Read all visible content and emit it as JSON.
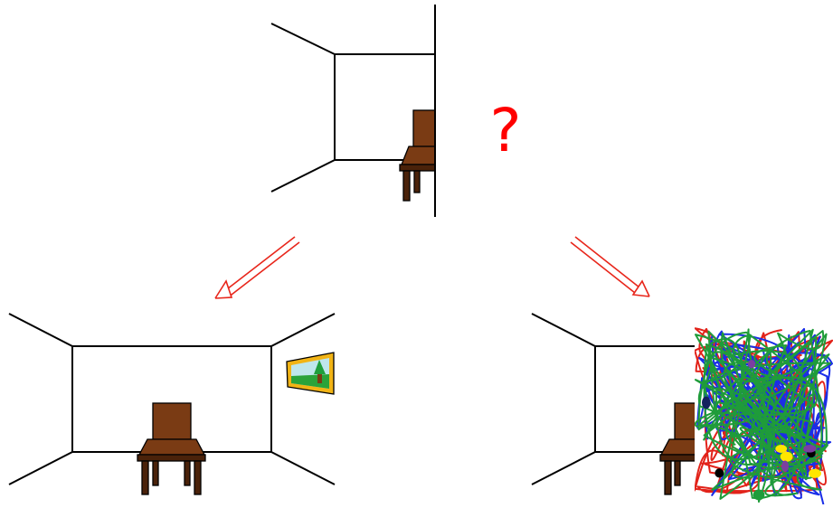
{
  "question_mark": "?",
  "colors": {
    "line": "#000000",
    "arrow": "#e8261b",
    "question": "#ff0000",
    "chair_wood": "#7a3b14",
    "chair_dark": "#4a220a",
    "frame": "#f2b415",
    "painting_sky": "#bfe6ec",
    "painting_grass": "#2aa33a",
    "tree": "#1f9f3c",
    "trunk": "#7a3b14",
    "scribble_red": "#e2231a",
    "scribble_blue": "#1a2ee8",
    "scribble_green": "#1f9c3a"
  },
  "scenes": {
    "top": "partial-room-with-chair-and-cutoff",
    "bottom_left": "room-with-chair-and-landscape-painting",
    "bottom_right": "room-with-chair-and-abstract-scribble-painting"
  },
  "arrows": [
    "left-down",
    "right-down"
  ]
}
